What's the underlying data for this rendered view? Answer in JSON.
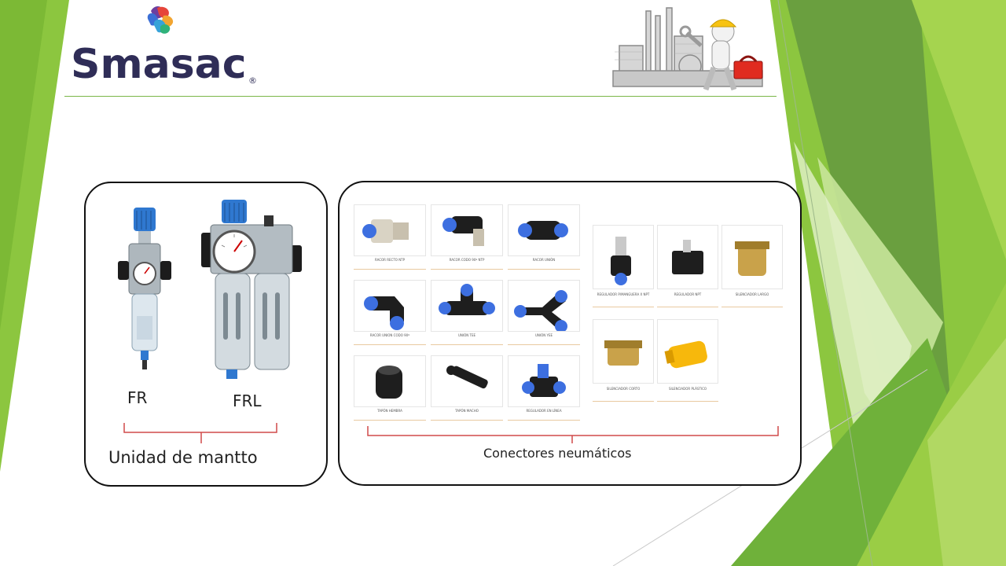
{
  "brand": {
    "name": "Smasac",
    "registered_mark": "®"
  },
  "left_panel": {
    "fr_label": "FR",
    "frl_label": "FRL",
    "caption": "Unidad de mantto"
  },
  "right_panel": {
    "caption": "Conectores neumáticos",
    "connectors": [
      {
        "label": "RACOR RECTO NTP"
      },
      {
        "label": "RACOR CODO 90º NTP"
      },
      {
        "label": "RACOR UNIÓN"
      },
      {
        "label": "RACOR UNION CODO 90º"
      },
      {
        "label": "UNIÓN TEE"
      },
      {
        "label": "UNIÓN YEE"
      },
      {
        "label": "TAPÓN HEMBRA"
      },
      {
        "label": "TAPÓN MACHO"
      },
      {
        "label": "REGULADOR EN LÍNEA"
      }
    ],
    "accessories": [
      {
        "label": "REGULADOR P/MANGUERA X NPT"
      },
      {
        "label": "REGULADOR NPT"
      },
      {
        "label": "SILENCIADOR LARGO"
      },
      {
        "label": "SILENCIADOR CORTO"
      },
      {
        "label": "SILENCIADOR PLÁSTICO"
      }
    ]
  },
  "colors": {
    "green_light": "#8dc63f",
    "green_dark": "#5a9a32",
    "brand_navy": "#2f2d57",
    "accent_blue": "#2f6fd1"
  }
}
